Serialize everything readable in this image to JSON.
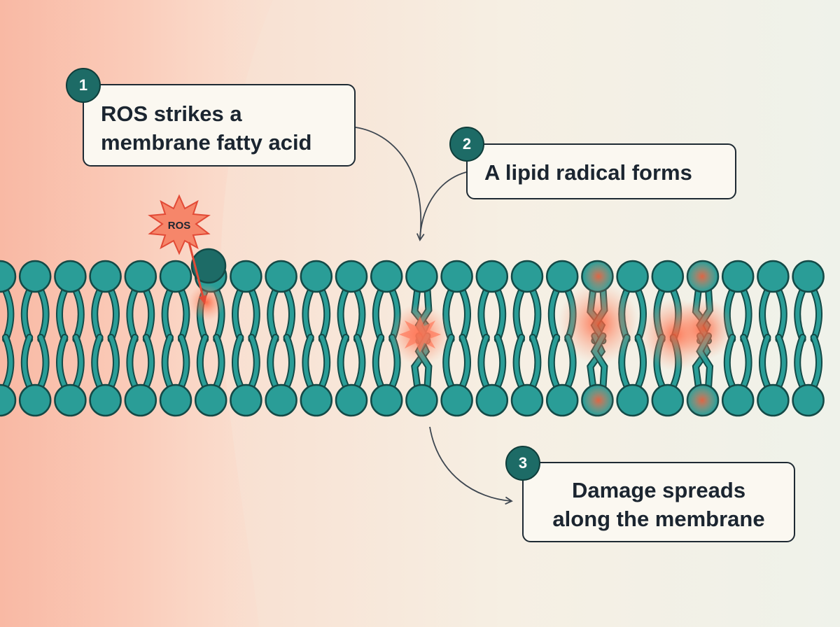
{
  "callouts": [
    {
      "number": "1",
      "text": "ROS strikes a\nmembrane fatty acid"
    },
    {
      "number": "2",
      "text": "A lipid radical forms"
    },
    {
      "number": "3",
      "text": "Damage spreads\nalong the membrane"
    }
  ],
  "ros_label": "ROS",
  "colors": {
    "head": "#2a9d97",
    "head_outline": "#134a47",
    "tail": "#2a9d97",
    "damage": "#f2704f",
    "badge": "#1d6b66",
    "background_warm": "#f9b8a3",
    "background_cool": "#f2f3ea"
  }
}
